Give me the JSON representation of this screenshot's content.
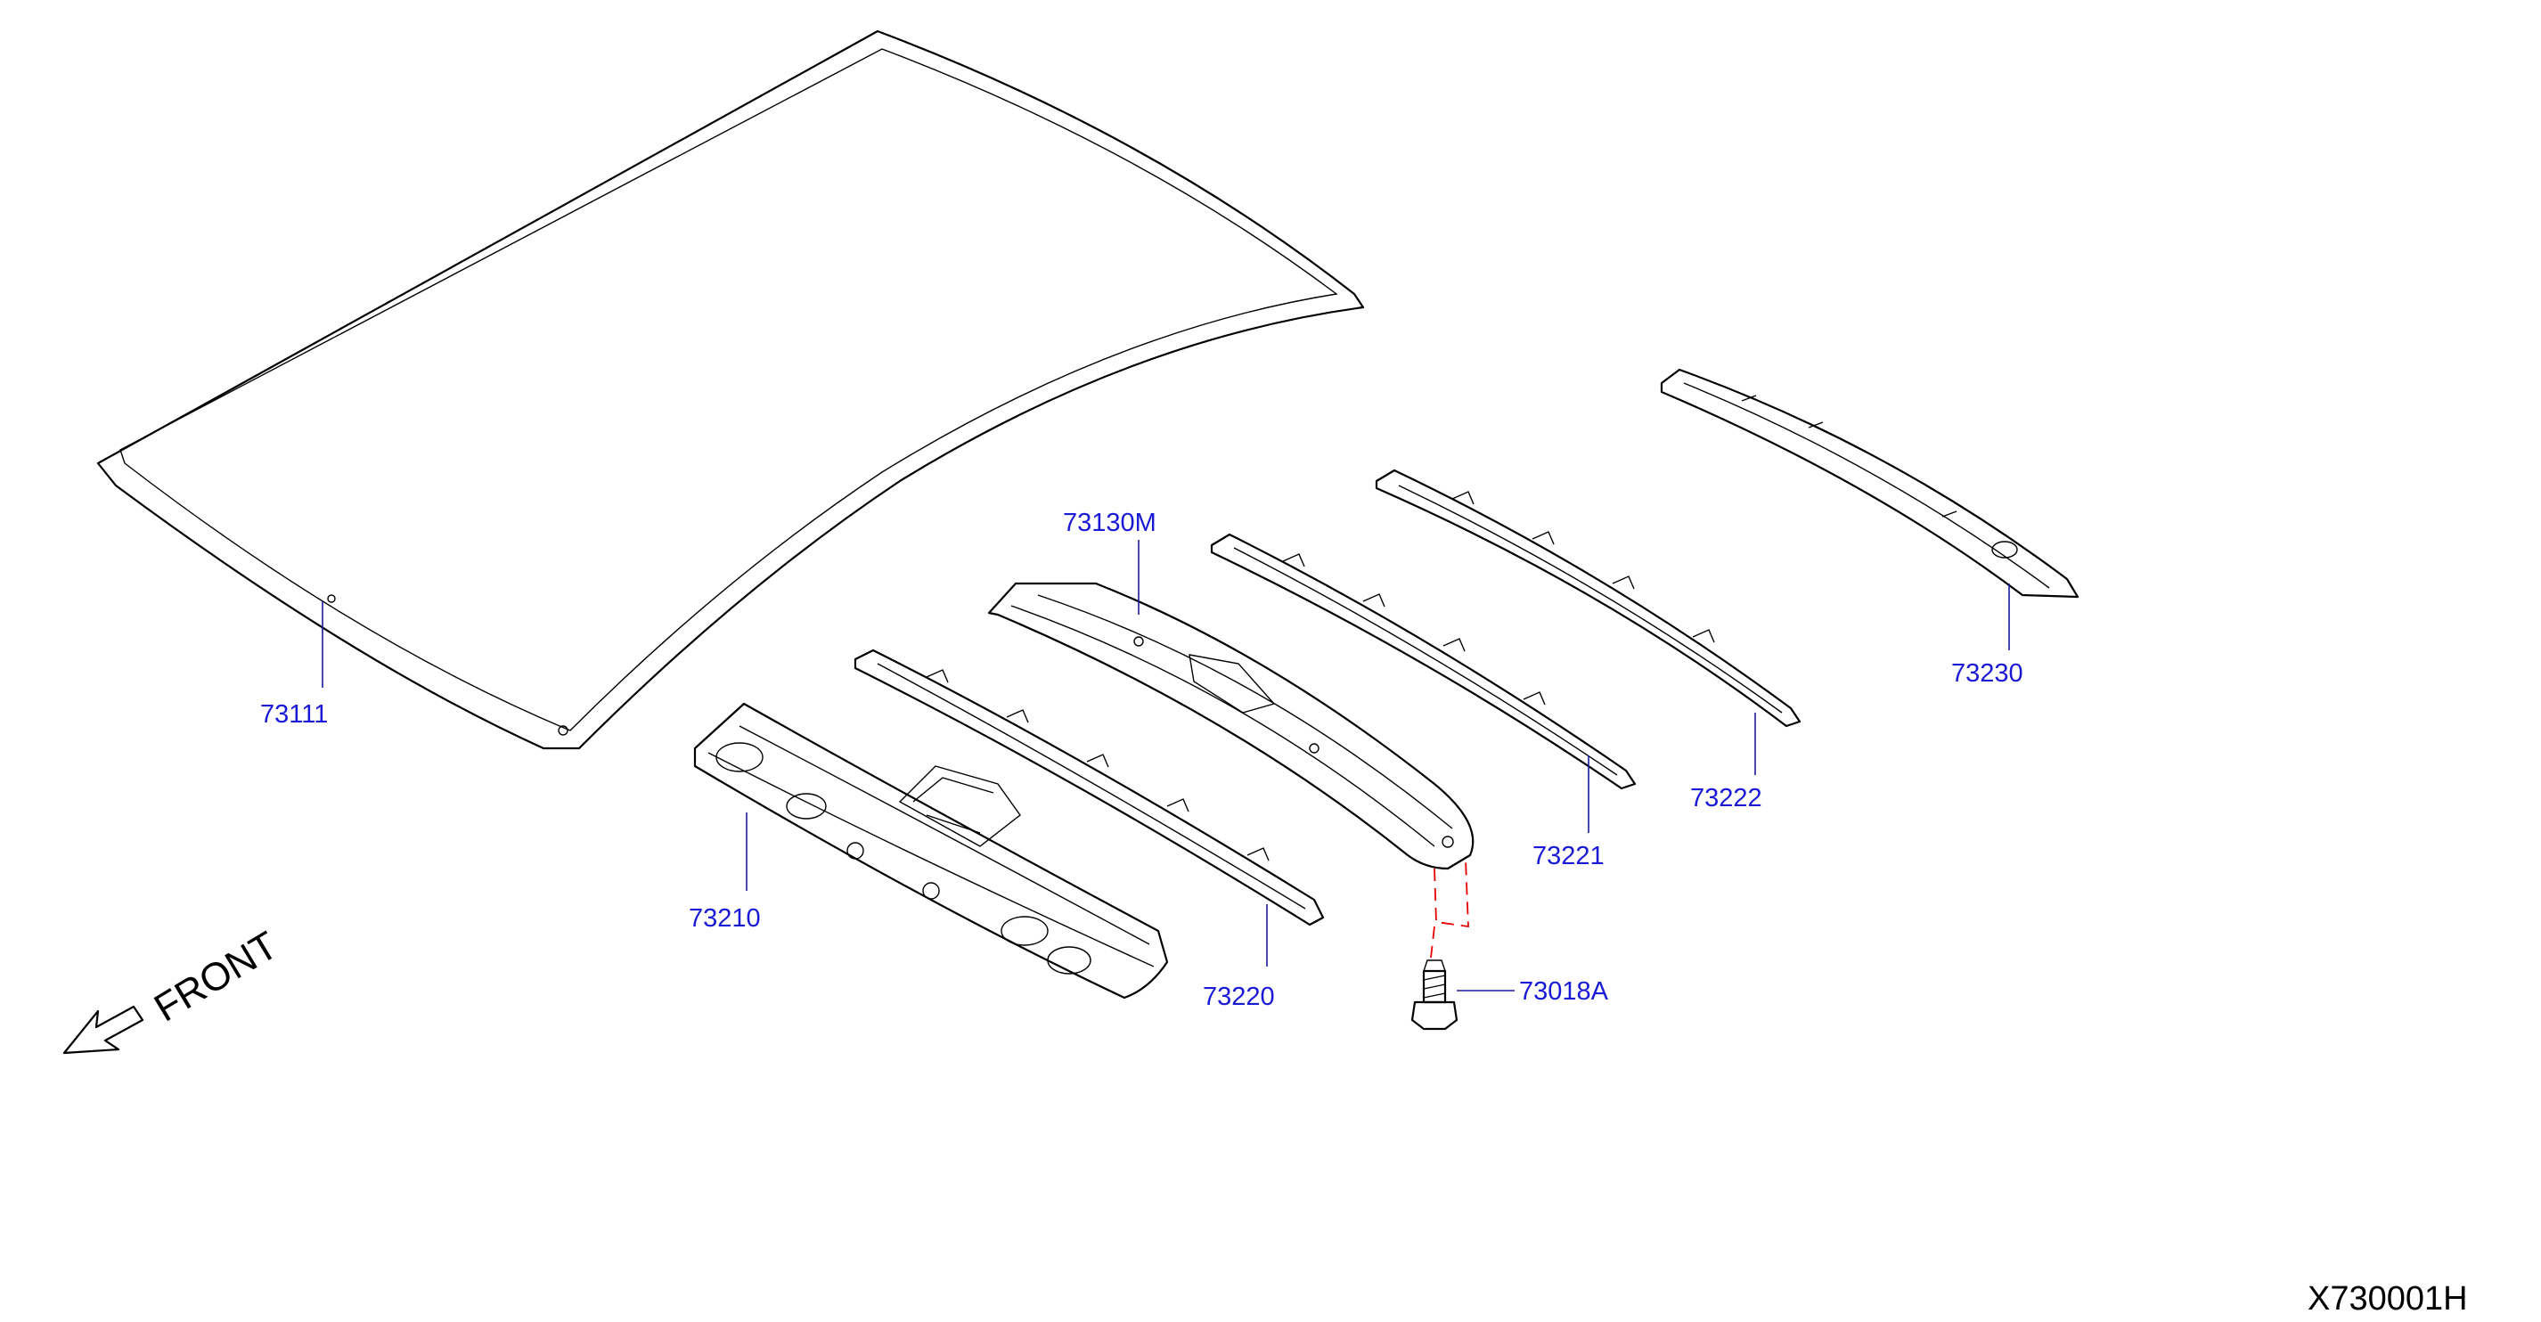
{
  "parts": [
    {
      "id": "roof_panel",
      "number": "73111"
    },
    {
      "id": "front_rail",
      "number": "73210"
    },
    {
      "id": "roof_bow_1",
      "number": "73220"
    },
    {
      "id": "reinforcement",
      "number": "73130M"
    },
    {
      "id": "roof_bow_2",
      "number": "73221"
    },
    {
      "id": "roof_bow_3",
      "number": "73222"
    },
    {
      "id": "rear_rail",
      "number": "73230"
    },
    {
      "id": "bolt",
      "number": "73018A"
    }
  ],
  "direction_label": "FRONT",
  "diagram_code": "X730001H",
  "colors": {
    "callout": "#1a1ad6",
    "leader": "#1a1aa0",
    "dash": "#e60000"
  }
}
